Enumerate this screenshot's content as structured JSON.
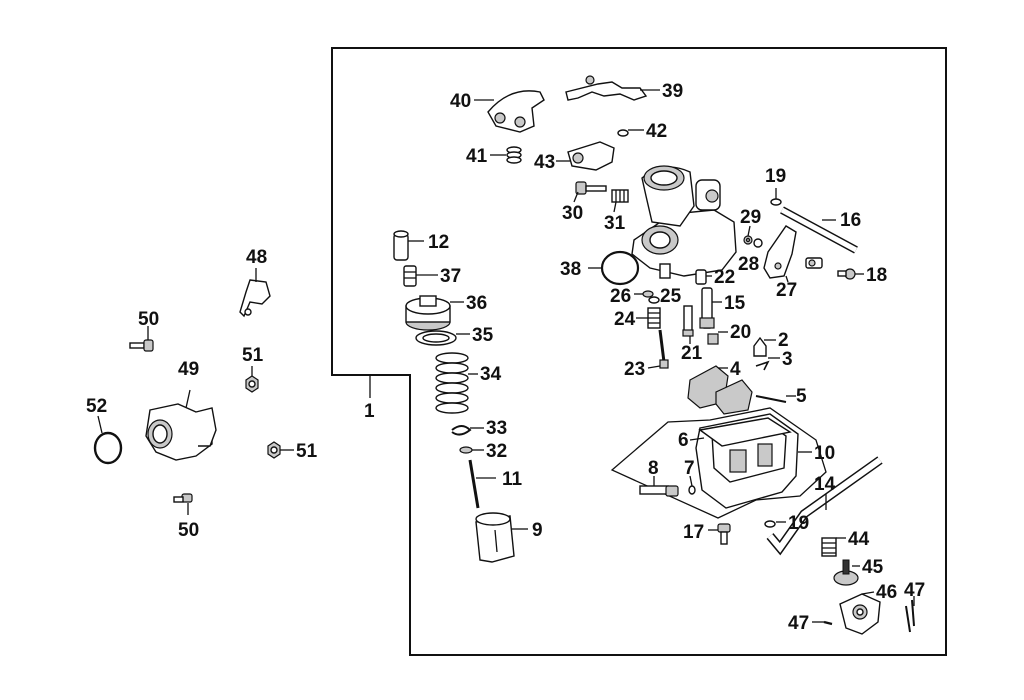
{
  "diagram": {
    "type": "exploded-parts-diagram",
    "colors": {
      "ink": "#111111",
      "background": "#ffffff",
      "shade": "#c9c9c9"
    },
    "callouts": {
      "c1": "1",
      "c2": "2",
      "c3": "3",
      "c4": "4",
      "c5": "5",
      "c6": "6",
      "c7": "7",
      "c8": "8",
      "c9": "9",
      "c10": "10",
      "c11": "11",
      "c12": "12",
      "c14": "14",
      "c15": "15",
      "c16": "16",
      "c17": "17",
      "c18": "18",
      "c19a": "19",
      "c19b": "19",
      "c20": "20",
      "c21": "21",
      "c22": "22",
      "c23": "23",
      "c24": "24",
      "c25": "25",
      "c26": "26",
      "c27": "27",
      "c28": "28",
      "c29": "29",
      "c30": "30",
      "c31": "31",
      "c32": "32",
      "c33": "33",
      "c34": "34",
      "c35": "35",
      "c36": "36",
      "c37": "37",
      "c38": "38",
      "c39": "39",
      "c40": "40",
      "c41": "41",
      "c42": "42",
      "c43": "43",
      "c44": "44",
      "c45": "45",
      "c46": "46",
      "c47a": "47",
      "c47b": "47",
      "c48": "48",
      "c49": "49",
      "c50a": "50",
      "c50b": "50",
      "c51a": "51",
      "c51b": "51",
      "c52": "52"
    }
  }
}
